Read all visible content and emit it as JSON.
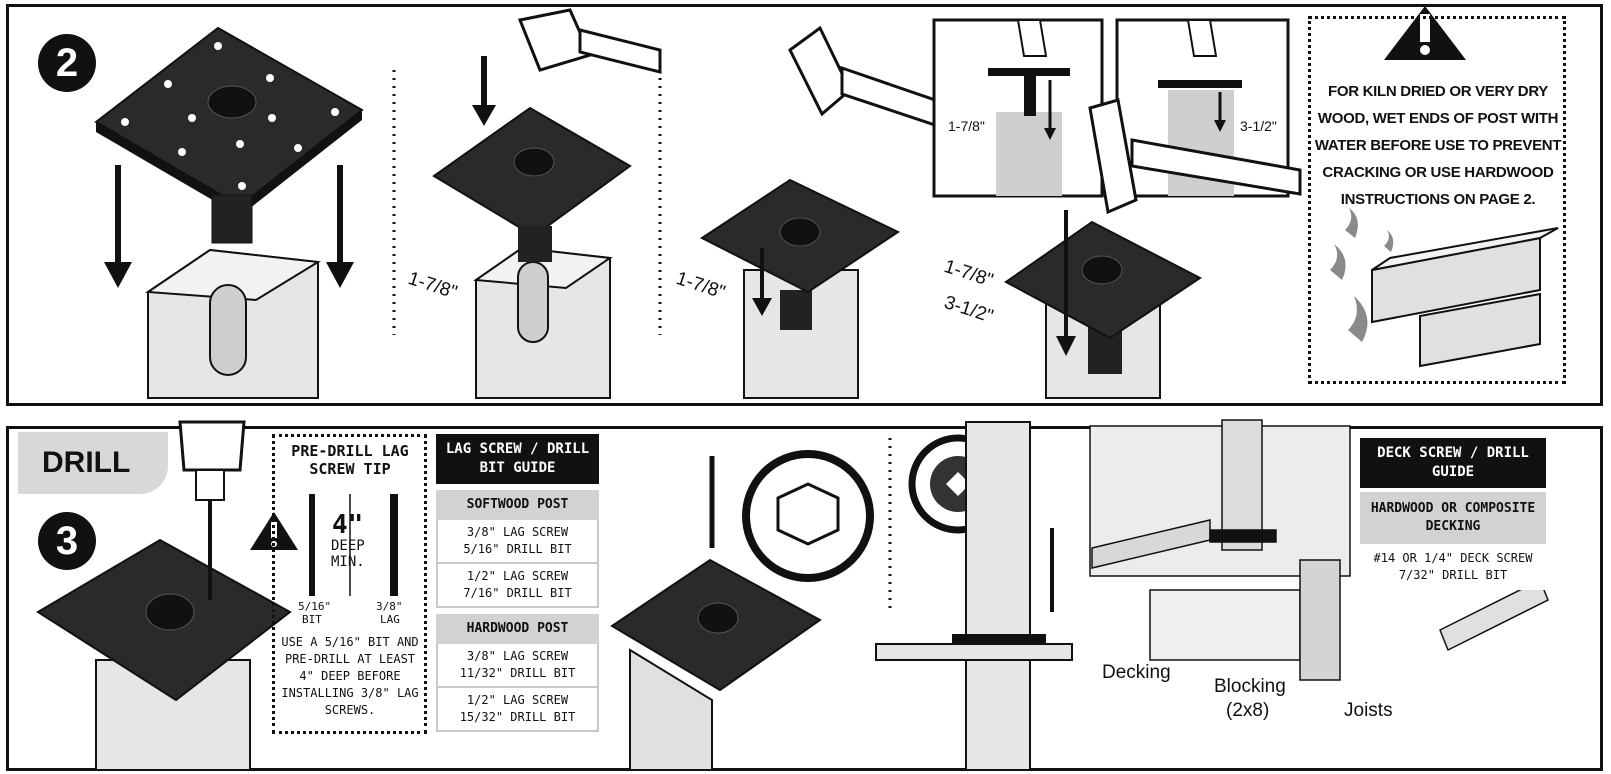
{
  "step2": {
    "number": "2",
    "measure_a": "1-7/8\"",
    "measure_b": "1-7/8\"",
    "measure_c": "1-7/8\"",
    "measure_d": "3-1/2\"",
    "inset_a": "1-7/8\"",
    "inset_b": "3-1/2\"",
    "warning": "FOR KILN DRIED OR VERY DRY WOOD, WET ENDS OF POST WITH WATER BEFORE USE TO PREVENT CRACKING OR USE HARDWOOD INSTRUCTIONS ON PAGE 2."
  },
  "step3": {
    "number": "3",
    "tab": "DRILL",
    "predrill_title": "PRE-DRILL LAG SCREW TIP",
    "depth": "4\"",
    "depth_note_1": "DEEP",
    "depth_note_2": "MIN.",
    "bit_label_1": "5/16\"",
    "bit_label_2": "BIT",
    "lag_label_1": "3/8\"",
    "lag_label_2": "LAG",
    "predrill_text": "USE A 5/16\" BIT AND PRE-DRILL AT LEAST 4\" DEEP BEFORE INSTALLING 3/8\" LAG SCREWS.",
    "guide_title": "LAG SCREW / DRILL BIT GUIDE",
    "softwood": {
      "title": "SOFTWOOD POST",
      "rows": [
        [
          "3/8\" LAG SCREW",
          "5/16\" DRILL BIT"
        ],
        [
          "1/2\" LAG SCREW",
          "7/16\" DRILL BIT"
        ]
      ]
    },
    "hardwood": {
      "title": "HARDWOOD POST",
      "rows": [
        [
          "3/8\" LAG SCREW",
          "11/32\" DRILL BIT"
        ],
        [
          "1/2\" LAG SCREW",
          "15/32\" DRILL BIT"
        ]
      ]
    },
    "deck_title": "DECK SCREW / DRILL GUIDE",
    "deck_sub": "HARDWOOD OR COMPOSITE DECKING",
    "deck_row_1": "#14 OR 1/4\" DECK SCREW",
    "deck_row_2": "7/32\" DRILL BIT",
    "decking": "Decking",
    "blocking": "Blocking",
    "blocking_size": "(2x8)",
    "joists": "Joists"
  }
}
